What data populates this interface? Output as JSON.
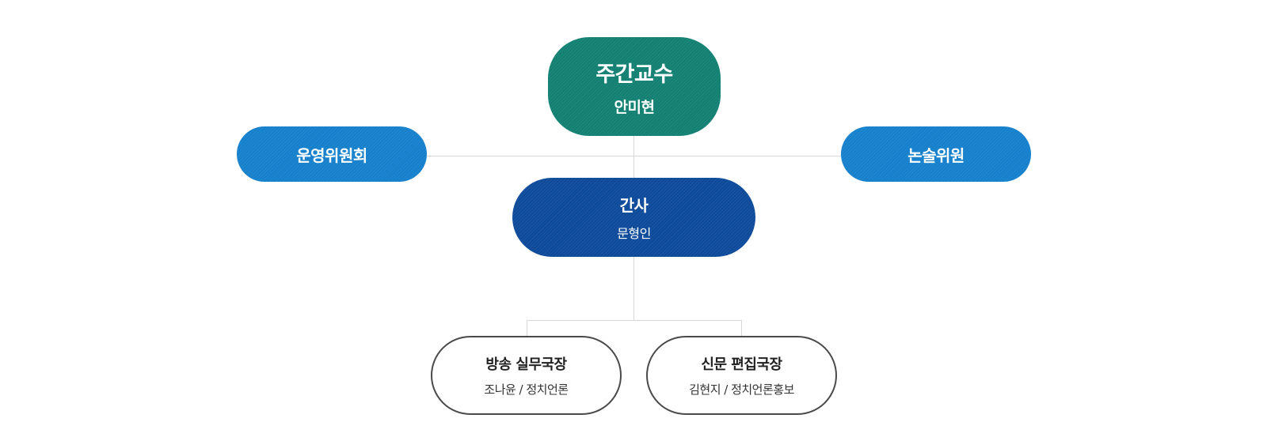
{
  "org_chart": {
    "professor": {
      "title": "주간교수",
      "name": "안미현"
    },
    "committee": {
      "title": "운영위원회"
    },
    "essay": {
      "title": "논술위원"
    },
    "secretary": {
      "title": "간사",
      "name": "문형인"
    },
    "broadcast": {
      "title": "방송 실무국장",
      "name": "조나윤 / 정치언론"
    },
    "newspaper": {
      "title": "신문 편집국장",
      "name": "김현지 / 정치언론홍보"
    }
  },
  "colors": {
    "professor": "#128072",
    "committee": "#1580cc",
    "essay": "#1580cc",
    "secretary": "#0d4a9a",
    "outline_border": "#4a4a4a",
    "connector": "#d6d6d6"
  }
}
